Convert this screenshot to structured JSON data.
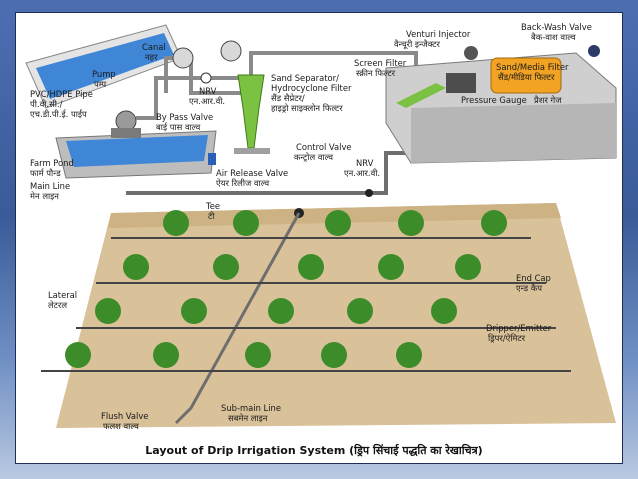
{
  "title": "Layout of Drip Irrigation System (ड्रिप सिंचाई पद्धति का रेखाचित्र)",
  "labels": {
    "canal_en": "Canal",
    "canal_hi": "नहर",
    "pump_en": "Pump",
    "pump_hi": "पम्प",
    "pipe_en": "PVC/HDPE Pipe",
    "pipe_hi1": "पी.वी.सी./",
    "pipe_hi2": "एच.डी.पी.ई. पाईप",
    "bypass_en": "By Pass Valve",
    "bypass_hi": "बाई पास वाल्व",
    "nrv1_en": "NRV",
    "nrv1_hi": "एन.आर.वी.",
    "sand_sep_en1": "Sand Separator/",
    "sand_sep_en2": "Hydrocyclone Filter",
    "sand_sep_hi1": "सैंड सैप्रेटर/",
    "sand_sep_hi2": "हाइड्रो साइक्लोन फिल्टर",
    "venturi_en": "Venturi Injector",
    "venturi_hi": "वैन्चूरी इन्जैक्टर",
    "backwash_en": "Back-Wash Valve",
    "backwash_hi": "बैक-वाश वाल्व",
    "screen_en": "Screen Filter",
    "screen_hi": "स्क्रीन फिल्टर",
    "sand_media_en": "Sand/Media Filter",
    "sand_media_hi": "सैंड/मीडिया फिल्टर",
    "pressure_en": "Pressure Gauge",
    "pressure_hi": "प्रैशर गेज",
    "farm_pond_en": "Farm Pond",
    "farm_pond_hi": "फार्म पौन्ड",
    "main_line_en": "Main Line",
    "main_line_hi": "मेन लाइन",
    "air_release_en": "Air Release Valve",
    "air_release_hi": "ऐयर रिलीज वाल्व",
    "control_en": "Control Valve",
    "control_hi": "कन्ट्रोल वाल्व",
    "nrv2_en": "NRV",
    "nrv2_hi": "एन.आर.वी.",
    "tee_en": "Tee",
    "tee_hi": "टी",
    "lateral_en": "Lateral",
    "lateral_hi": "लेटरल",
    "endcap_en": "End Cap",
    "endcap_hi": "एन्ड कैप",
    "dripper_en": "Dripper/Emitter",
    "dripper_hi": "ड्रिपर/ऐमिटर",
    "flush_en": "Flush Valve",
    "flush_hi": "फलश वाल्व",
    "submain_en": "Sub-main Line",
    "submain_hi": "सबमेन लाइन"
  },
  "colors": {
    "water": "#3f86d6",
    "brick": "#c9c9c9",
    "soil": "#d8bf93",
    "pipe": "#6e6e6e",
    "tree": "#3d8c2a",
    "filter_orange": "#f2a323",
    "cyclone_green": "#7cc242"
  }
}
